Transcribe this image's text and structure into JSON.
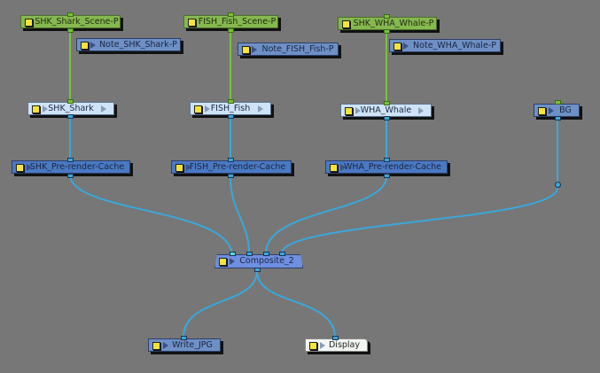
{
  "nodes": {
    "shk_scene": {
      "label": "SHK_Shark_Scene-P",
      "type": "group"
    },
    "fish_scene": {
      "label": "FISH_Fish_Scene-P",
      "type": "group"
    },
    "wha_scene": {
      "label": "SHK_WHA_Whale-P",
      "type": "group"
    },
    "shk_note": {
      "label": "Note_SHK_Shark-P",
      "type": "note"
    },
    "fish_note": {
      "label": "Note_FISH_Fish-P",
      "type": "note"
    },
    "wha_note": {
      "label": "Note_WHA_Whale-P",
      "type": "note"
    },
    "shk_shark": {
      "label": "SHK_Shark",
      "type": "element"
    },
    "fish_fish": {
      "label": "FISH_Fish",
      "type": "element"
    },
    "wha_whale": {
      "label": "WHA_Whale",
      "type": "element"
    },
    "bg": {
      "label": "BG",
      "type": "element"
    },
    "shk_cache": {
      "label": "SHK_Pre-render-Cache",
      "type": "cache"
    },
    "fish_cache": {
      "label": "FISH_Pre-render-Cache",
      "type": "cache"
    },
    "wha_cache": {
      "label": "WHA_Pre-render-Cache",
      "type": "cache"
    },
    "composite": {
      "label": "Composite_2",
      "type": "composite"
    },
    "write": {
      "label": "Write_JPG",
      "type": "write"
    },
    "display": {
      "label": "Display",
      "type": "display"
    }
  },
  "connections": [
    [
      "shk_scene",
      "shk_shark"
    ],
    [
      "fish_scene",
      "fish_fish"
    ],
    [
      "wha_scene",
      "wha_whale"
    ],
    [
      "shk_shark",
      "shk_cache"
    ],
    [
      "fish_fish",
      "fish_cache"
    ],
    [
      "wha_whale",
      "wha_cache"
    ],
    [
      "shk_cache",
      "composite"
    ],
    [
      "fish_cache",
      "composite"
    ],
    [
      "wha_cache",
      "composite"
    ],
    [
      "bg",
      "composite"
    ],
    [
      "composite",
      "write"
    ],
    [
      "composite",
      "display"
    ]
  ],
  "colors": {
    "background": "#777777",
    "wire_green": "#7bc23a",
    "wire_blue": "#3aa8dd",
    "enable_checkbox": "#f6e33a"
  }
}
